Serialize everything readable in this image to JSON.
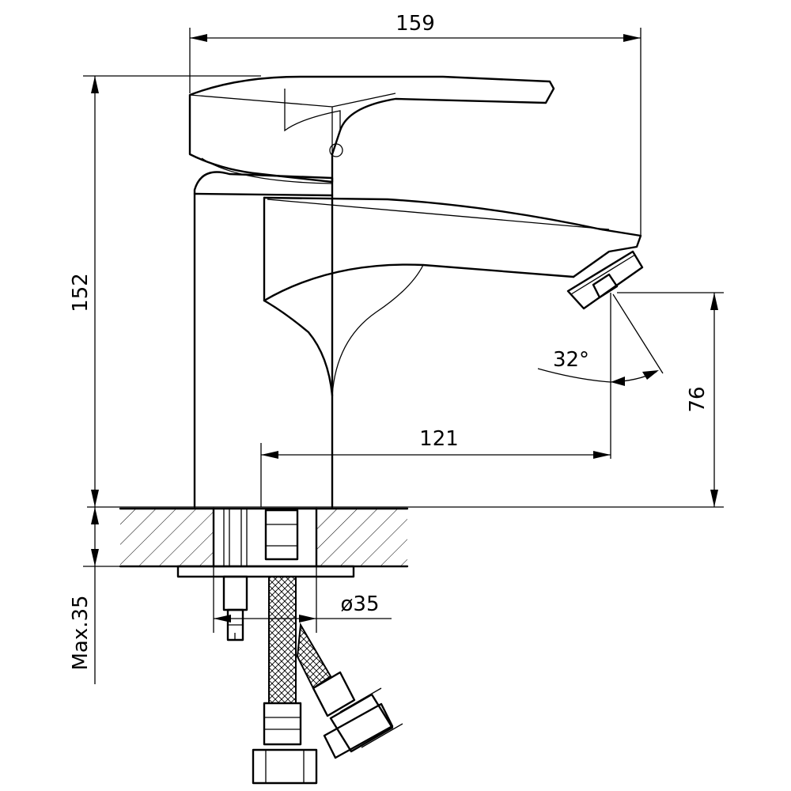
{
  "drawing": {
    "dimensions": {
      "overall_width": "159",
      "overall_height": "152",
      "spout_reach": "121",
      "spout_height": "76",
      "spout_angle": "32°",
      "hole_diameter": "ø35",
      "max_counter_thickness": "Max.35"
    }
  }
}
